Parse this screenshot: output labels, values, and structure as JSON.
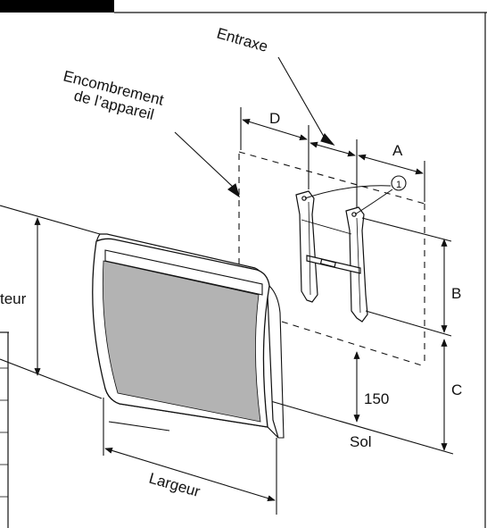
{
  "labels": {
    "entraxe": "Entraxe",
    "encombrement_line1": "Encombrement",
    "encombrement_line2": "de l’appareil",
    "d": "D",
    "a": "A",
    "b": "B",
    "c": "C",
    "marker_1": "1",
    "hauteur_partial": "teur",
    "largeur": "Largeur",
    "dim_150": "150",
    "sol": "Sol"
  },
  "colors": {
    "line": "#111111",
    "screen_grey": "#b3b3b3",
    "header_bar": "#000000"
  }
}
